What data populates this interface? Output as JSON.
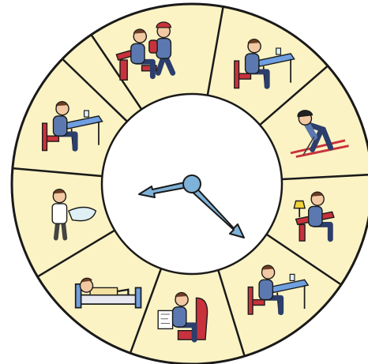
{
  "colors": {
    "background": "#ffffff",
    "wheel_fill": "#fbf3c4",
    "outline": "#1a1a1a",
    "center_fill": "#ffffff",
    "hand_fill": "#7fb2d8",
    "desk_blue": "#6f9fe0",
    "chair_red": "#c8323c",
    "shirt_blue": "#5b79b0",
    "pants_navy": "#2c3e6b",
    "skin": "#f2c9a2",
    "hair": "#6b3d24"
  },
  "clock": {
    "hour_hand_points_to": "about 8",
    "minute_hand_points_to": "about 4"
  },
  "segments": [
    {
      "activity": "walking-to-school",
      "icon": "walking-child-icon"
    },
    {
      "activity": "eating-at-table",
      "icon": "eating-child-icon"
    },
    {
      "activity": "skiing",
      "icon": "skiing-child-icon"
    },
    {
      "activity": "homework-at-lamp-desk",
      "icon": "homework-child-icon"
    },
    {
      "activity": "eating-dinner",
      "icon": "dinner-child-icon"
    },
    {
      "activity": "reading-in-armchair",
      "icon": "reading-child-icon"
    },
    {
      "activity": "sleeping-in-bed",
      "icon": "sleeping-child-icon"
    },
    {
      "activity": "washing-at-sink",
      "icon": "washing-child-icon"
    },
    {
      "activity": "eating-breakfast",
      "icon": "breakfast-child-icon"
    },
    {
      "activity": "writing-at-school-desk",
      "icon": "school-desk-child-icon"
    }
  ]
}
